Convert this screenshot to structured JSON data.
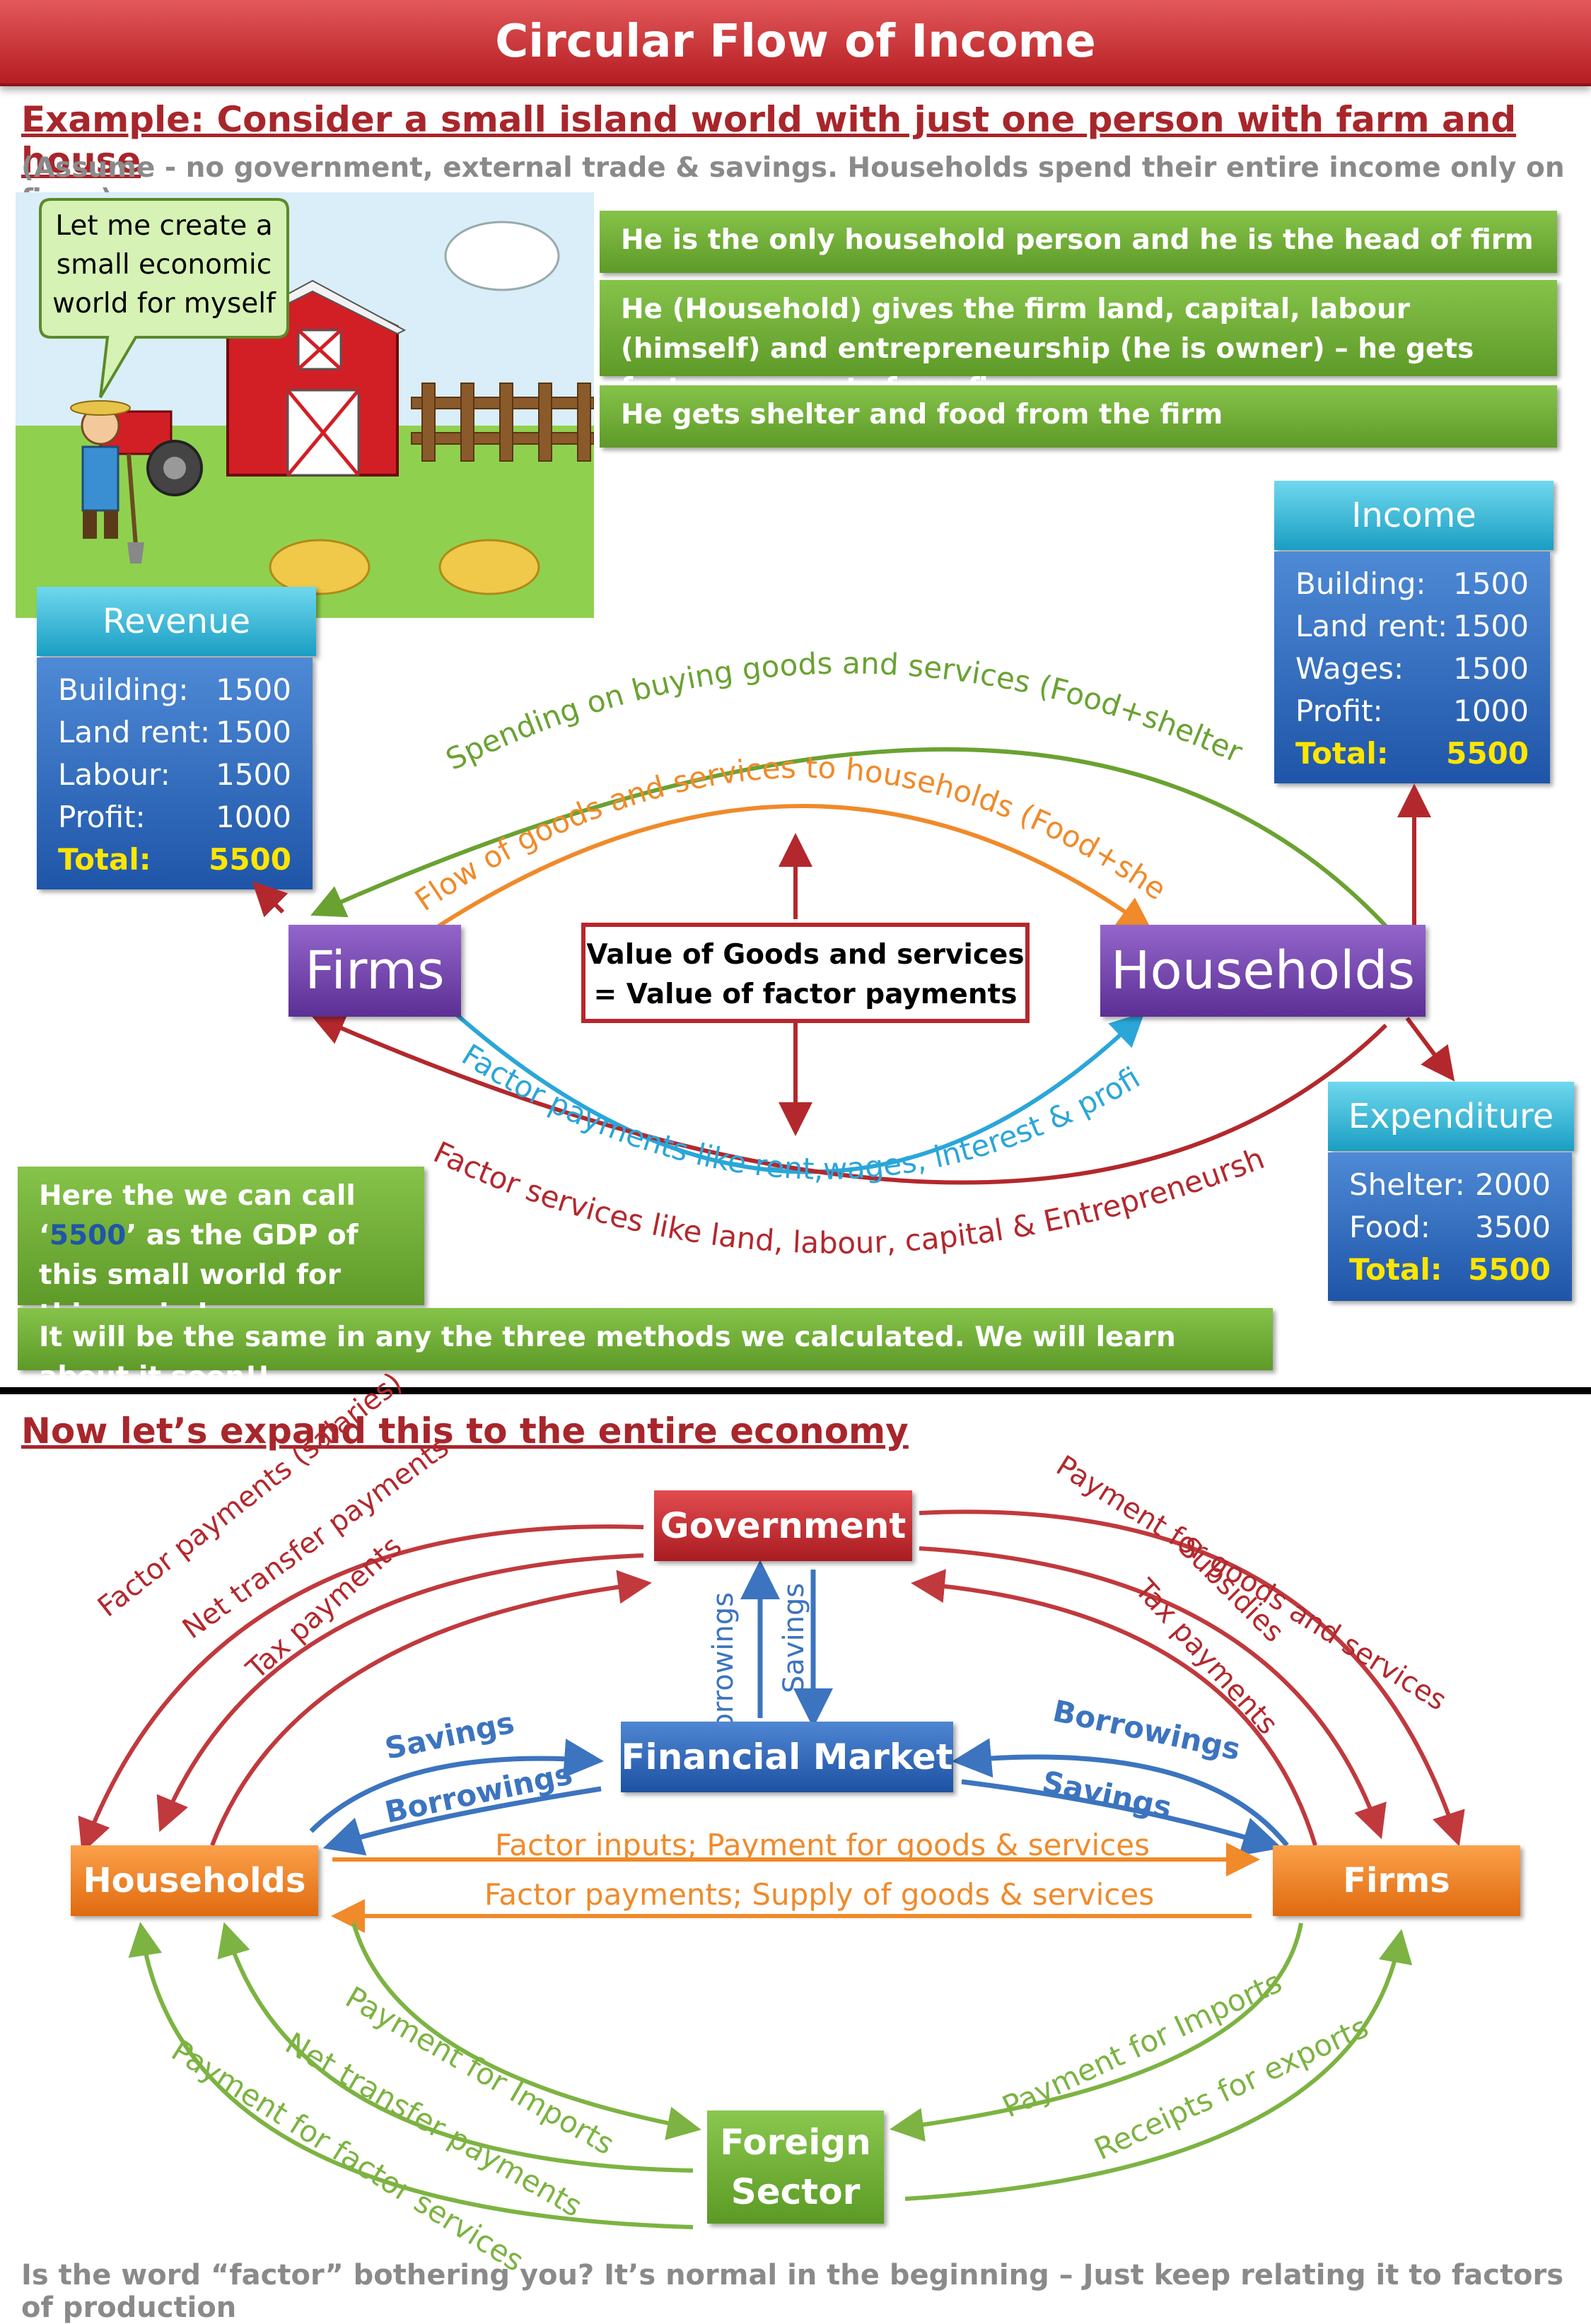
{
  "title": "Circular Flow of Income",
  "example_heading": "Example: Consider a small island world with just one person with farm and house",
  "assumption": "(Assume - no government, external trade & savings. Households spend their entire income only on firms)",
  "speech_bubble": [
    "Let me create a",
    "small economic",
    "world for myself"
  ],
  "facts": [
    "He is the only household person and he is the head of firm",
    "He (Household) gives the firm land, capital, labour (himself) and entrepreneurship (he is owner) – he gets factor payments from firm",
    "He gets shelter and food from the firm"
  ],
  "revenue": {
    "title": "Revenue",
    "rows": [
      [
        "Building:",
        "1500"
      ],
      [
        "Land rent:",
        "1500"
      ],
      [
        "Labour:",
        "1500"
      ],
      [
        "Profit:",
        "1000"
      ]
    ],
    "total": [
      "Total:",
      "5500"
    ]
  },
  "income": {
    "title": "Income",
    "rows": [
      [
        "Building:",
        "1500"
      ],
      [
        "Land rent:",
        "1500"
      ],
      [
        "Wages:",
        "1500"
      ],
      [
        "Profit:",
        "1000"
      ]
    ],
    "total": [
      "Total:",
      "5500"
    ]
  },
  "expenditure": {
    "title": "Expenditure",
    "rows": [
      [
        "Shelter:",
        "2000"
      ],
      [
        "Food:",
        "3500"
      ]
    ],
    "total": [
      "Total:",
      "5500"
    ]
  },
  "simple_flow": {
    "firms": "Firms",
    "households": "Households",
    "center_line1": "Value of Goods and services",
    "center_line2": "= Value of factor payments",
    "arc_spending": "Spending on buying goods and services (Food+shelter)",
    "arc_goods": "Flow of goods and services to households (Food+shelter)",
    "arc_factor_payments": "Factor payments like rent,wages, interest & profits",
    "arc_factor_services": "Factor services like land, labour, capital & Entrepreneurship"
  },
  "gdp_note": {
    "before": "Here the we can call ‘",
    "highlight": "5500",
    "after": "’ as the GDP of this small world for this period."
  },
  "same_note": "It will be the same in any the three methods we calculated. We will learn about it soon!!",
  "expand_heading": "Now let’s expand this to the entire economy",
  "economy": {
    "government": "Government",
    "financial_market": "Financial Market",
    "households": "Households",
    "firms": "Firms",
    "foreign_sector_line1": "Foreign",
    "foreign_sector_line2": "Sector",
    "gov_hh_labels": [
      "Factor payments (salaries)",
      "Net transfer payments",
      "Tax payments"
    ],
    "gov_firm_labels": [
      "Payment for goods and services",
      "Subsidies",
      "Tax payments"
    ],
    "gov_fm_left": "Borrowings",
    "gov_fm_right": "Savings",
    "hh_fm_savings": "Savings",
    "hh_fm_borrowings": "Borrowings",
    "firm_fm_borrowings": "Borrowings",
    "firm_fm_savings": "Savings",
    "hh_firm_top": "Factor inputs; Payment for goods & services",
    "hh_firm_bottom": "Factor payments; Supply of goods & services",
    "hh_fs_labels": [
      "Payment for Imports",
      "Net transfer payments",
      "Payment for factor services"
    ],
    "firm_fs_labels": [
      "Payment for Imports",
      "Receipts for exports"
    ]
  },
  "footer": "Is the word “factor” bothering you? It’s normal in the beginning – Just keep relating it to factors of production",
  "colors": {
    "title_red": "#b51d22",
    "arc_green": "#6aa232",
    "arc_orange": "#f08a2a",
    "arc_blue": "#2aa6d8",
    "arc_red": "#b3282d",
    "total_yellow": "#ffe600"
  }
}
